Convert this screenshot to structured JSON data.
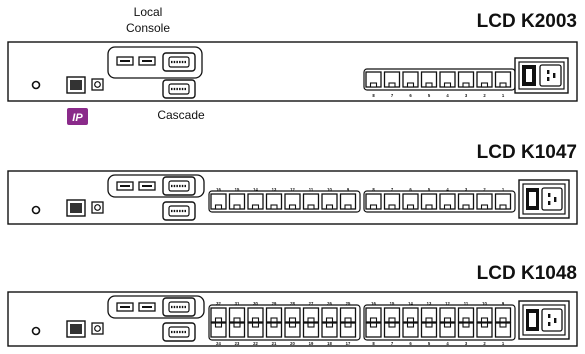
{
  "labels": {
    "local_console": [
      "Local",
      "Console"
    ],
    "cascade": "Cascade",
    "ip_badge": "IP"
  },
  "models": [
    {
      "name": "LCD K2003",
      "port_groups": [
        {
          "top": [],
          "bottom": [
            "8",
            "7",
            "6",
            "5",
            "4",
            "3",
            "2",
            "1"
          ]
        }
      ]
    },
    {
      "name": "LCD K1047",
      "port_groups": [
        {
          "top": [
            "16",
            "15",
            "14",
            "13",
            "12",
            "11",
            "10",
            "9"
          ],
          "bottom": []
        },
        {
          "top": [
            "8",
            "7",
            "6",
            "5",
            "4",
            "3",
            "2",
            "1"
          ],
          "bottom": []
        }
      ]
    },
    {
      "name": "LCD K1048",
      "port_groups": [
        {
          "top": [
            "32",
            "31",
            "30",
            "29",
            "28",
            "27",
            "26",
            "25"
          ],
          "bottom": [
            "24",
            "23",
            "22",
            "21",
            "20",
            "19",
            "18",
            "17"
          ]
        },
        {
          "top": [
            "16",
            "15",
            "14",
            "13",
            "12",
            "11",
            "10",
            "9"
          ],
          "bottom": [
            "8",
            "7",
            "6",
            "5",
            "4",
            "3",
            "2",
            "1"
          ]
        }
      ]
    }
  ],
  "colors": {
    "ink": "#111111",
    "panel_fill": "#ffffff",
    "ip_badge_bg": "#8a2a8a",
    "ip_badge_text": "#ffffff"
  }
}
